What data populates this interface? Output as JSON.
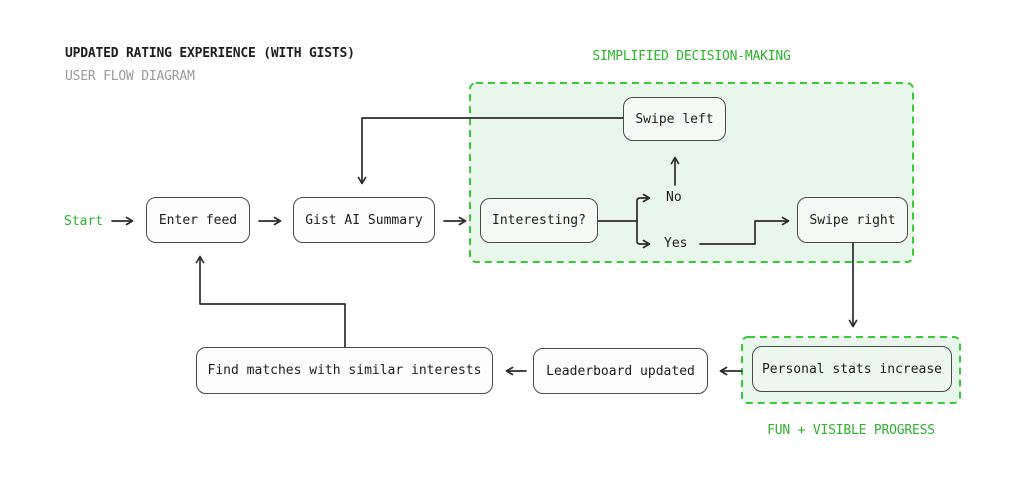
{
  "header": {
    "title": "UPDATED RATING EXPERIENCE (WITH GISTS)",
    "subtitle": "USER FLOW DIAGRAM"
  },
  "annotations": {
    "decision_label": "SIMPLIFIED DECISION-MAKING",
    "progress_label": "FUN + VISIBLE PROGRESS",
    "start_label": "Start"
  },
  "nodes": {
    "enter_feed": "Enter feed",
    "gist_summary": "Gist AI Summary",
    "interesting": "Interesting?",
    "swipe_left": "Swipe left",
    "swipe_right": "Swipe right",
    "personal_stats": "Personal stats increase",
    "leaderboard": "Leaderboard updated",
    "find_matches": "Find matches with similar interests"
  },
  "branches": {
    "no": "No",
    "yes": "Yes"
  },
  "edges": [
    {
      "from": "Start",
      "to": "Enter feed"
    },
    {
      "from": "Enter feed",
      "to": "Gist AI Summary"
    },
    {
      "from": "Gist AI Summary",
      "to": "Interesting?"
    },
    {
      "from": "Interesting?",
      "to": "No"
    },
    {
      "from": "Interesting?",
      "to": "Yes"
    },
    {
      "from": "No",
      "to": "Swipe left"
    },
    {
      "from": "Swipe left",
      "to": "Gist AI Summary"
    },
    {
      "from": "Yes",
      "to": "Swipe right"
    },
    {
      "from": "Swipe right",
      "to": "Personal stats increase"
    },
    {
      "from": "Personal stats increase",
      "to": "Leaderboard updated"
    },
    {
      "from": "Leaderboard updated",
      "to": "Find matches with similar interests"
    },
    {
      "from": "Find matches with similar interests",
      "to": "Enter feed"
    }
  ],
  "colors": {
    "green_text": "#2db32d",
    "green_dash_border": "#3bc83b",
    "green_region_fill": "#e9f6ec",
    "node_border": "#4a4a4a",
    "connector_line": "#2c2c2c"
  }
}
